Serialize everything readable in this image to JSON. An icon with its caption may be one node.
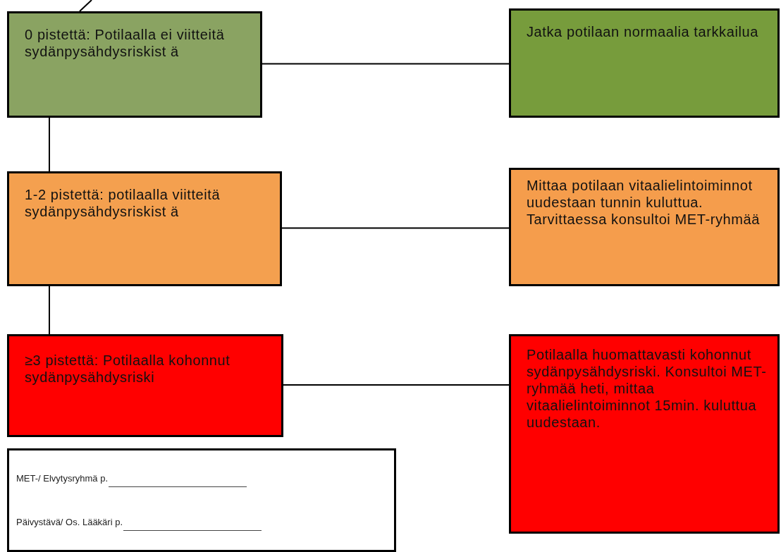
{
  "diagram": {
    "nodes": [
      {
        "text": [
          "0 pistettä: Potilaalla ei viitteitä sydänpysähdysriskist ä"
        ]
      },
      {
        "text": [
          "Jatka potilaan normaalia tarkkailua"
        ]
      },
      {
        "text": [
          "1-2 pistettä: potilaalla viitteitä sydänpysähdysriskist ä"
        ]
      },
      {
        "text": [
          "Mittaa potilaan vitaalielintoiminnot uudestaan tunnin kuluttua. Tarvittaessa konsultoi MET-ryhmää"
        ]
      },
      {
        "text": [
          "≥3 pistettä: Potilaalla kohonnut sydänpysähdysriski"
        ]
      },
      {
        "text": [
          "Potilaalla huomattavasti kohonnut sydänpysähdysriski. Konsultoi MET-ryhmää heti, mittaa vitaalielintoiminnot 15min. kuluttua uudestaan."
        ]
      },
      {
        "text": [
          "MET-/ Elvytysryhmä p.",
          "Päivystävä/ Os. Lääkäri p."
        ]
      }
    ],
    "edges": [
      {
        "from": null,
        "to": 0,
        "arrow": "none"
      },
      {
        "from": 0,
        "to": 1,
        "arrow": "none"
      },
      {
        "from": 0,
        "to": 2,
        "arrow": "none"
      },
      {
        "from": 2,
        "to": 3,
        "arrow": "none"
      },
      {
        "from": 2,
        "to": 4,
        "arrow": "none"
      },
      {
        "from": 4,
        "to": 5,
        "arrow": "none"
      }
    ]
  }
}
